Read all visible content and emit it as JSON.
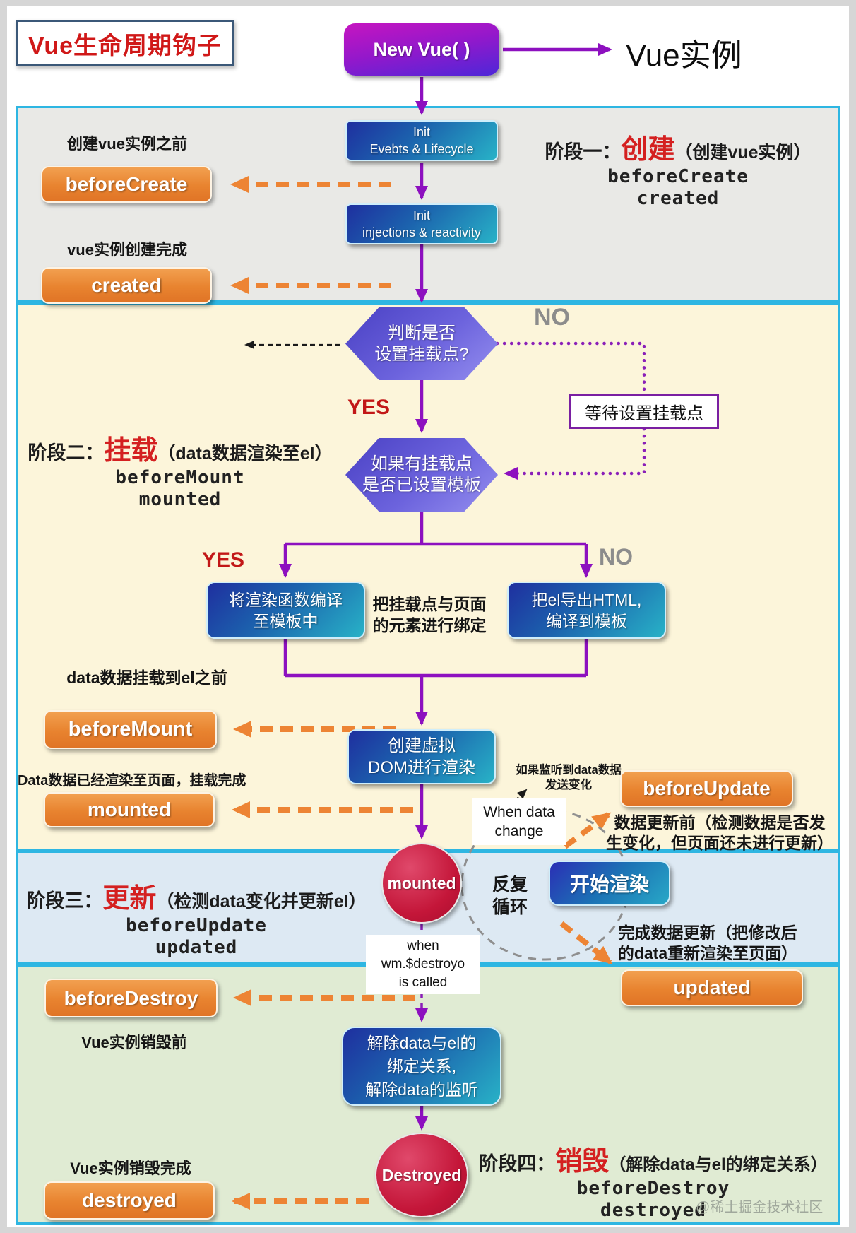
{
  "title": "Vue生命周期钩子",
  "header": {
    "new_vue": "New Vue( )",
    "vue_instance": "Vue实例"
  },
  "stage_labels": {
    "s1": {
      "prefix": "阶段一：",
      "keyword": "创建",
      "paren": "（创建vue实例）",
      "hook1": "beforeCreate",
      "hook2": "created"
    },
    "s2": {
      "prefix": "阶段二：",
      "keyword": "挂载",
      "paren": "（data数据渲染至el）",
      "hook1": "beforeMount",
      "hook2": "mounted"
    },
    "s3": {
      "prefix": "阶段三：",
      "keyword": "更新",
      "paren": "（检测data变化并更新el）",
      "hook1": "beforeUpdate",
      "hook2": "updated"
    },
    "s4": {
      "prefix": "阶段四：",
      "keyword": "销毁",
      "paren": "（解除data与el的绑定关系）",
      "hook1": "beforeDestroy",
      "hook2": "destroyed"
    }
  },
  "buttons": {
    "before_create": "beforeCreate",
    "created": "created",
    "before_mount": "beforeMount",
    "mounted": "mounted",
    "before_update": "beforeUpdate",
    "updated": "updated",
    "before_destroy": "beforeDestroy",
    "destroyed": "destroyed"
  },
  "flow": {
    "init1_l1": "Init",
    "init1_l2": "Evebts & Lifecycle",
    "init2_l1": "Init",
    "init2_l2": "injections & reactivity",
    "hex1_l1": "判断是否",
    "hex1_l2": "设置挂载点?",
    "hex2_l1": "如果有挂载点",
    "hex2_l2": "是否已设置模板",
    "wait_box": "等待设置挂载点",
    "compile_l1": "将渲染函数编译",
    "compile_l2": "至模板中",
    "export_l1": "把el导出HTML,",
    "export_l2": "编译到模板",
    "vdom_l1": "创建虚拟",
    "vdom_l2": "DOM进行渲染",
    "render_btn": "开始渲染",
    "unbind_l1": "解除data与el的",
    "unbind_l2": "绑定关系,",
    "unbind_l3": "解除data的监听",
    "circle_mounted": "mounted",
    "circle_destroyed": "Destroyed"
  },
  "branch": {
    "no1": "NO",
    "yes1": "YES",
    "yes2": "YES",
    "no2": "NO"
  },
  "notes": {
    "before_create": "创建vue实例之前",
    "created_done": "vue实例创建完成",
    "bind_l1": "把挂载点与页面",
    "bind_l2": "的元素进行绑定",
    "before_mount": "data数据挂载到el之前",
    "mounted_done": "Data数据已经渲染至页面，挂载完成",
    "watch_l1": "如果监听到data数据",
    "watch_l2": "发送变化",
    "when_data_l1": "When data",
    "when_data_l2": "change",
    "before_update_l1": "数据更新前（检测数据是否发",
    "before_update_l2": "生变化，但页面还未进行更新）",
    "loop_l1": "反复",
    "loop_l2": "循环",
    "updated_l1": "完成数据更新（把修改后",
    "updated_l2": "的data重新渲染至页面）",
    "when_destroy_l1": "when",
    "when_destroy_l2": "wm.$destroyo",
    "when_destroy_l3": "is called",
    "before_destroy": "Vue实例销毁前",
    "destroyed_done": "Vue实例销毁完成"
  },
  "watermark": "@稀土掘金技术社区",
  "colors": {
    "stage1_bg": "#e9e9e6",
    "stage2_bg": "#fcf5da",
    "stage3_bg": "#dde9f3",
    "stage4_bg": "#e0ebd3",
    "panel_border": "#2eb6e2",
    "hook_orange": "#e8832f",
    "arrow_purple": "#8d10bf",
    "arrow_orange": "#ed8434",
    "keyword_red": "#d42020",
    "circle_red": "#c41639",
    "process_blue": "#1c64ae",
    "hexagon_purple": "#6c63dd",
    "new_vue_magenta": "#9318cb"
  }
}
